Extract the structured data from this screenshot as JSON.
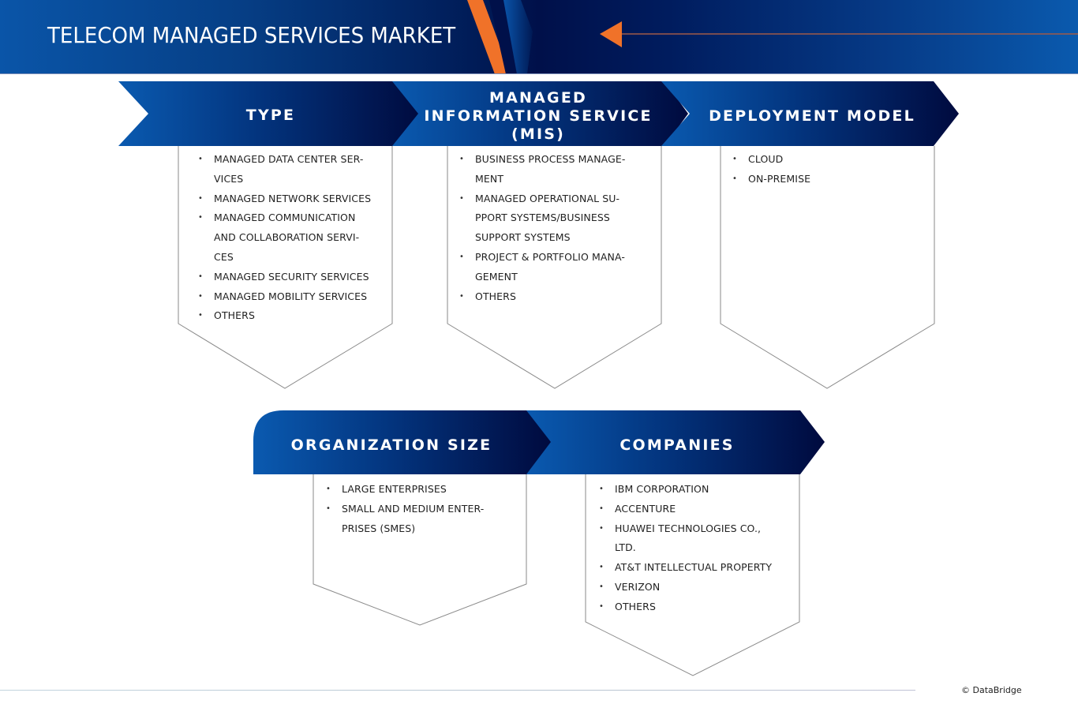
{
  "header": {
    "title": "TELECOM MANAGED SERVICES MARKET",
    "colors": {
      "navy": "#00104a",
      "blue": "#0a55a8",
      "accent_orange": "#f07229"
    }
  },
  "segments": [
    {
      "id": "type",
      "heading": "TYPE",
      "items": [
        "MANAGED DATA CENTER SER-\nVICES",
        "MANAGED NETWORK SERVICES",
        "MANAGED COMMUNICATION\nAND COLLABORATION SERVI-\nCES",
        "MANAGED SECURITY SERVICES",
        "MANAGED MOBILITY SERVICES",
        "OTHERS"
      ]
    },
    {
      "id": "mis",
      "heading": "MANAGED\nINFORMATION SERVICE\n(MIS)",
      "items": [
        "BUSINESS PROCESS MANAGE-\nMENT",
        "MANAGED OPERATIONAL SU-\nPPORT SYSTEMS/BUSINESS\nSUPPORT SYSTEMS",
        "PROJECT & PORTFOLIO MANA-\nGEMENT",
        "OTHERS"
      ]
    },
    {
      "id": "deployment",
      "heading": "DEPLOYMENT MODEL",
      "items": [
        "CLOUD",
        "ON-PREMISE"
      ]
    },
    {
      "id": "organization",
      "heading": "ORGANIZATION SIZE",
      "items": [
        "LARGE ENTERPRISES",
        "SMALL AND MEDIUM ENTER-\nPRISES (SMES)"
      ]
    },
    {
      "id": "companies",
      "heading": "COMPANIES",
      "items": [
        "IBM CORPORATION",
        "ACCENTURE",
        "HUAWEI TECHNOLOGIES CO.,\nLTD.",
        "AT&T INTELLECTUAL PROPERTY",
        "VERIZON",
        "OTHERS"
      ]
    }
  ],
  "bullet_glyph": "•",
  "footer": {
    "copyright": "© DataBridge"
  }
}
